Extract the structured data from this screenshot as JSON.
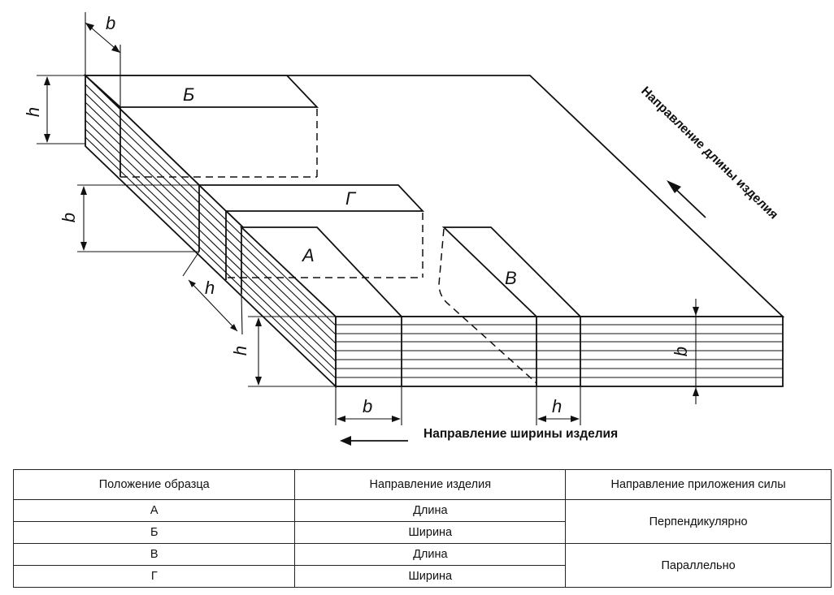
{
  "figure": {
    "letters": {
      "A": "А",
      "B": "Б",
      "V": "В",
      "G": "Г"
    },
    "dims": {
      "b": "b",
      "h": "h"
    },
    "length_direction_label": "Направление длины изделия",
    "width_direction_label": "Направление ширины изделия"
  },
  "table": {
    "headers": [
      "Положение образца",
      "Направление изделия",
      "Направление приложения силы"
    ],
    "rows": [
      {
        "position": "А",
        "direction": "Длина"
      },
      {
        "position": "Б",
        "direction": "Ширина"
      },
      {
        "position": "В",
        "direction": "Длина"
      },
      {
        "position": "Г",
        "direction": "Ширина"
      }
    ],
    "force": [
      "Перпендикулярно",
      "Параллельно"
    ]
  }
}
